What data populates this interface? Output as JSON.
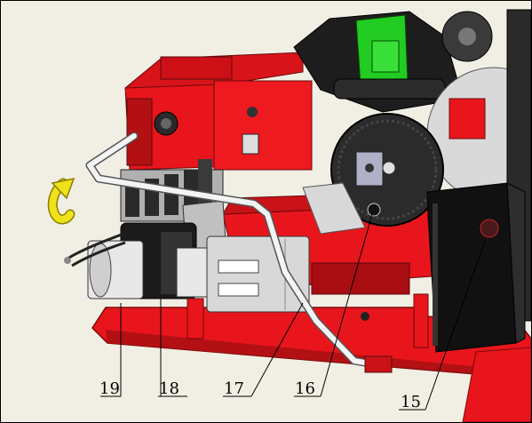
{
  "diagram": {
    "callouts": [
      {
        "id": "19",
        "label": "19"
      },
      {
        "id": "18",
        "label": "18"
      },
      {
        "id": "17",
        "label": "17"
      },
      {
        "id": "16",
        "label": "16"
      },
      {
        "id": "15",
        "label": "15"
      }
    ],
    "colors": {
      "background": "#f1efe4",
      "machine_red": "#e8161c",
      "dark_red": "#9a0c10",
      "black_part": "#1d1d1d",
      "motor_green": "#22cc22",
      "pump_gray": "#d8d8d8",
      "pipe_white": "#f4f4f4",
      "rotate_arrow_yellow": "#f0e21a"
    },
    "icons": {
      "rotation": "rotate-arrow-icon"
    }
  }
}
